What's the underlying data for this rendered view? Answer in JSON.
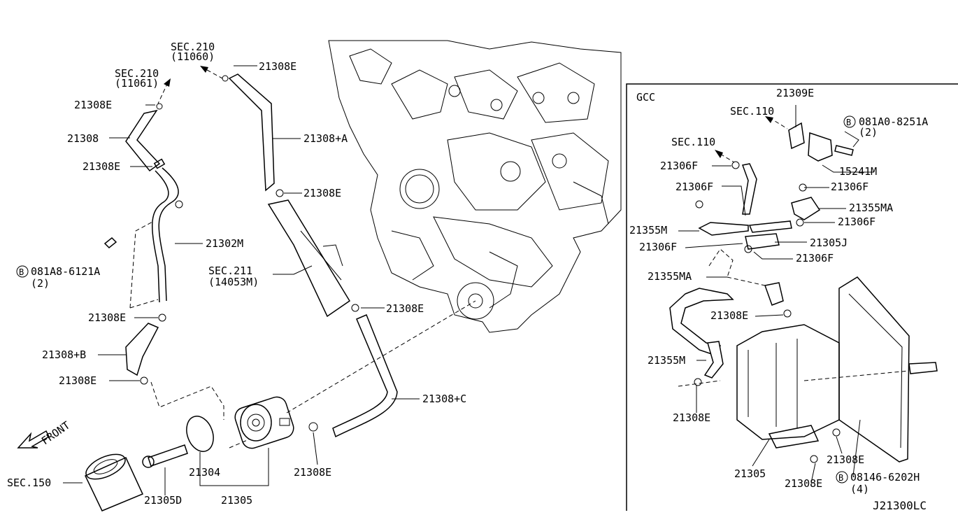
{
  "labels": {
    "sec210_top": "SEC.210",
    "sec210_top_sub": "(11060)",
    "sec210_left": "SEC.210",
    "sec210_left_sub": "(11061)",
    "p21308E_1": "21308E",
    "p21308E_2": "21308E",
    "p21308E_3": "21308E",
    "p21308E_4": "21308E",
    "p21308E_5": "21308E",
    "p21308E_6": "21308E",
    "p21308E_7": "21308E",
    "p21308": "21308",
    "p21308A": "21308+A",
    "p21308B": "21308+B",
    "p21308C": "21308+C",
    "p21302M": "21302M",
    "bolt1": "081A8-6121A",
    "bolt1_qty": "(2)",
    "sec211": "SEC.211",
    "sec211_sub": "(14053M)",
    "front": "FRONT",
    "sec150": "SEC.150",
    "p21304": "21304",
    "p21305D": "21305D",
    "p21305": "21305",
    "bolt_circle": "B",
    "diagram_id": "J21300LC"
  },
  "gcc": {
    "title": "GCC",
    "p21309E": "21309E",
    "sec110_a": "SEC.110",
    "sec110_b": "SEC.110",
    "bolt2": "081A0-8251A",
    "bolt2_qty": "(2)",
    "p15241M": "15241M",
    "p21306F_1": "21306F",
    "p21306F_2": "21306F",
    "p21306F_3": "21306F",
    "p21306F_4": "21306F",
    "p21306F_5": "21306F",
    "p21306F_6": "21306F",
    "p21355MA_1": "21355MA",
    "p21355MA_2": "21355MA",
    "p21355M_1": "21355M",
    "p21355M_2": "21355M",
    "p21305J": "21305J",
    "p21308E_a": "21308E",
    "p21308E_b": "21308E",
    "p21308E_c": "21308E",
    "p21308E_d": "21308E",
    "p21305": "21305",
    "bolt3": "08146-6202H",
    "bolt3_qty": "(4)"
  }
}
